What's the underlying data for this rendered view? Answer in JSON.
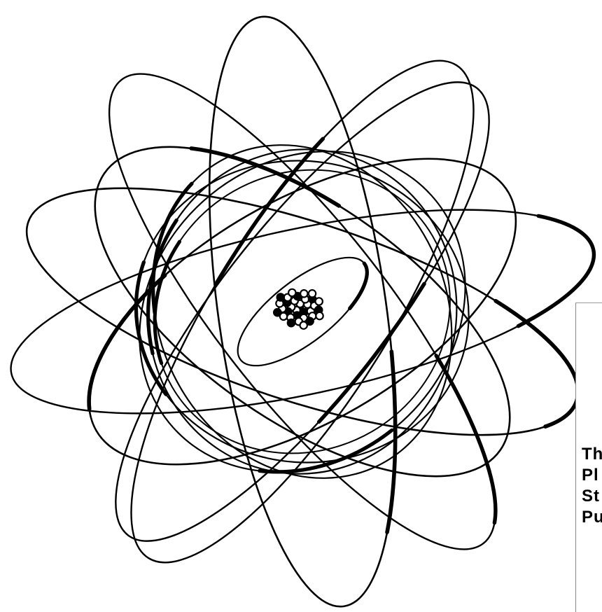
{
  "diagram": {
    "subject": "atom-nucleus-with-electron-orbits",
    "ink_color": "#000000",
    "background_color": "#ffffff",
    "orbit_count": 14,
    "nucleus_particle_count": 34
  },
  "caption": {
    "lines": [
      "Th",
      "Pl",
      "St",
      "Pu"
    ]
  }
}
